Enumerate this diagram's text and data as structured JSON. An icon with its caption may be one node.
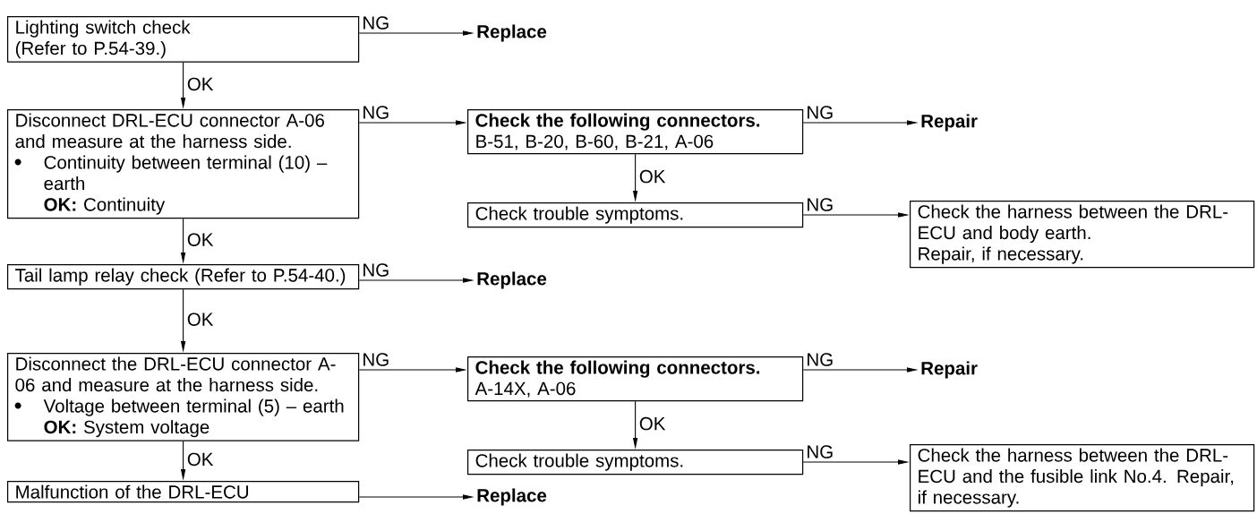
{
  "diagram": {
    "nodes": [
      {
        "text": [
          "Lighting switch check",
          "(Refer to P.54-39.)"
        ]
      },
      {
        "text": [
          "Replace"
        ]
      },
      {
        "text": [
          "Disconnect DRL-ECU connector A-06 and measure at the harness side.",
          "Continuity between terminal (10) – earth",
          "**OK:** Continuity"
        ]
      },
      {
        "text": [
          "Check the following connectors.",
          "B-51, B-20, B-60, B-21, A-06"
        ]
      },
      {
        "text": [
          "Repair"
        ]
      },
      {
        "text": [
          "Check trouble symptoms."
        ]
      },
      {
        "text": [
          "Check the harness between the DRL-ECU and body earth.",
          "Repair, if necessary."
        ]
      },
      {
        "text": [
          "Tail lamp relay check (Refer to P.54-40.)"
        ]
      },
      {
        "text": [
          "Replace"
        ]
      },
      {
        "text": [
          "Disconnect the DRL-ECU connector A-06 and measure at the harness side.",
          "Voltage between terminal (5) – earth",
          "**OK:** System voltage"
        ]
      },
      {
        "text": [
          "Check the following connectors.",
          "A-14X, A-06"
        ]
      },
      {
        "text": [
          "Repair"
        ]
      },
      {
        "text": [
          "Check trouble symptoms."
        ]
      },
      {
        "text": [
          "Check the harness between the DRL-ECU and the fusible link No.4. Repair, if necessary."
        ]
      },
      {
        "text": [
          "Malfunction of the DRL-ECU"
        ]
      },
      {
        "text": [
          "Replace"
        ]
      }
    ],
    "edges": [
      {
        "from": 0,
        "to": 1,
        "arrow": "to",
        "label": "NG"
      },
      {
        "from": 0,
        "to": 2,
        "arrow": "to",
        "label": "OK"
      },
      {
        "from": 2,
        "to": 3,
        "arrow": "to",
        "label": "NG"
      },
      {
        "from": 3,
        "to": 4,
        "arrow": "to",
        "label": "NG"
      },
      {
        "from": 3,
        "to": 5,
        "arrow": "to",
        "label": "OK"
      },
      {
        "from": 5,
        "to": 6,
        "arrow": "to",
        "label": "NG"
      },
      {
        "from": 2,
        "to": 7,
        "arrow": "to",
        "label": "OK"
      },
      {
        "from": 7,
        "to": 8,
        "arrow": "to",
        "label": "NG"
      },
      {
        "from": 7,
        "to": 9,
        "arrow": "to",
        "label": "OK"
      },
      {
        "from": 9,
        "to": 10,
        "arrow": "to",
        "label": "NG"
      },
      {
        "from": 10,
        "to": 11,
        "arrow": "to",
        "label": "NG"
      },
      {
        "from": 10,
        "to": 12,
        "arrow": "to",
        "label": "OK"
      },
      {
        "from": 12,
        "to": 13,
        "arrow": "to",
        "label": "NG"
      },
      {
        "from": 9,
        "to": 14,
        "arrow": "to",
        "label": "OK"
      },
      {
        "from": 14,
        "to": 15,
        "arrow": "to"
      }
    ]
  }
}
